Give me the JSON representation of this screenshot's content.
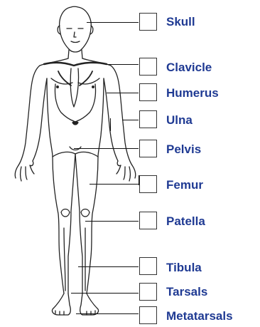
{
  "colors": {
    "label": "#1f3a93",
    "outline": "#111111",
    "box_border": "#333333"
  },
  "labels": [
    {
      "id": "skull",
      "text": "Skull"
    },
    {
      "id": "clavicle",
      "text": "Clavicle"
    },
    {
      "id": "humerus",
      "text": "Humerus"
    },
    {
      "id": "ulna",
      "text": "Ulna"
    },
    {
      "id": "pelvis",
      "text": "Pelvis"
    },
    {
      "id": "femur",
      "text": "Femur"
    },
    {
      "id": "patella",
      "text": "Patella"
    },
    {
      "id": "tibula",
      "text": "Tibula"
    },
    {
      "id": "tarsals",
      "text": "Tarsals"
    },
    {
      "id": "metatarsals",
      "text": "Metatarsals"
    }
  ]
}
